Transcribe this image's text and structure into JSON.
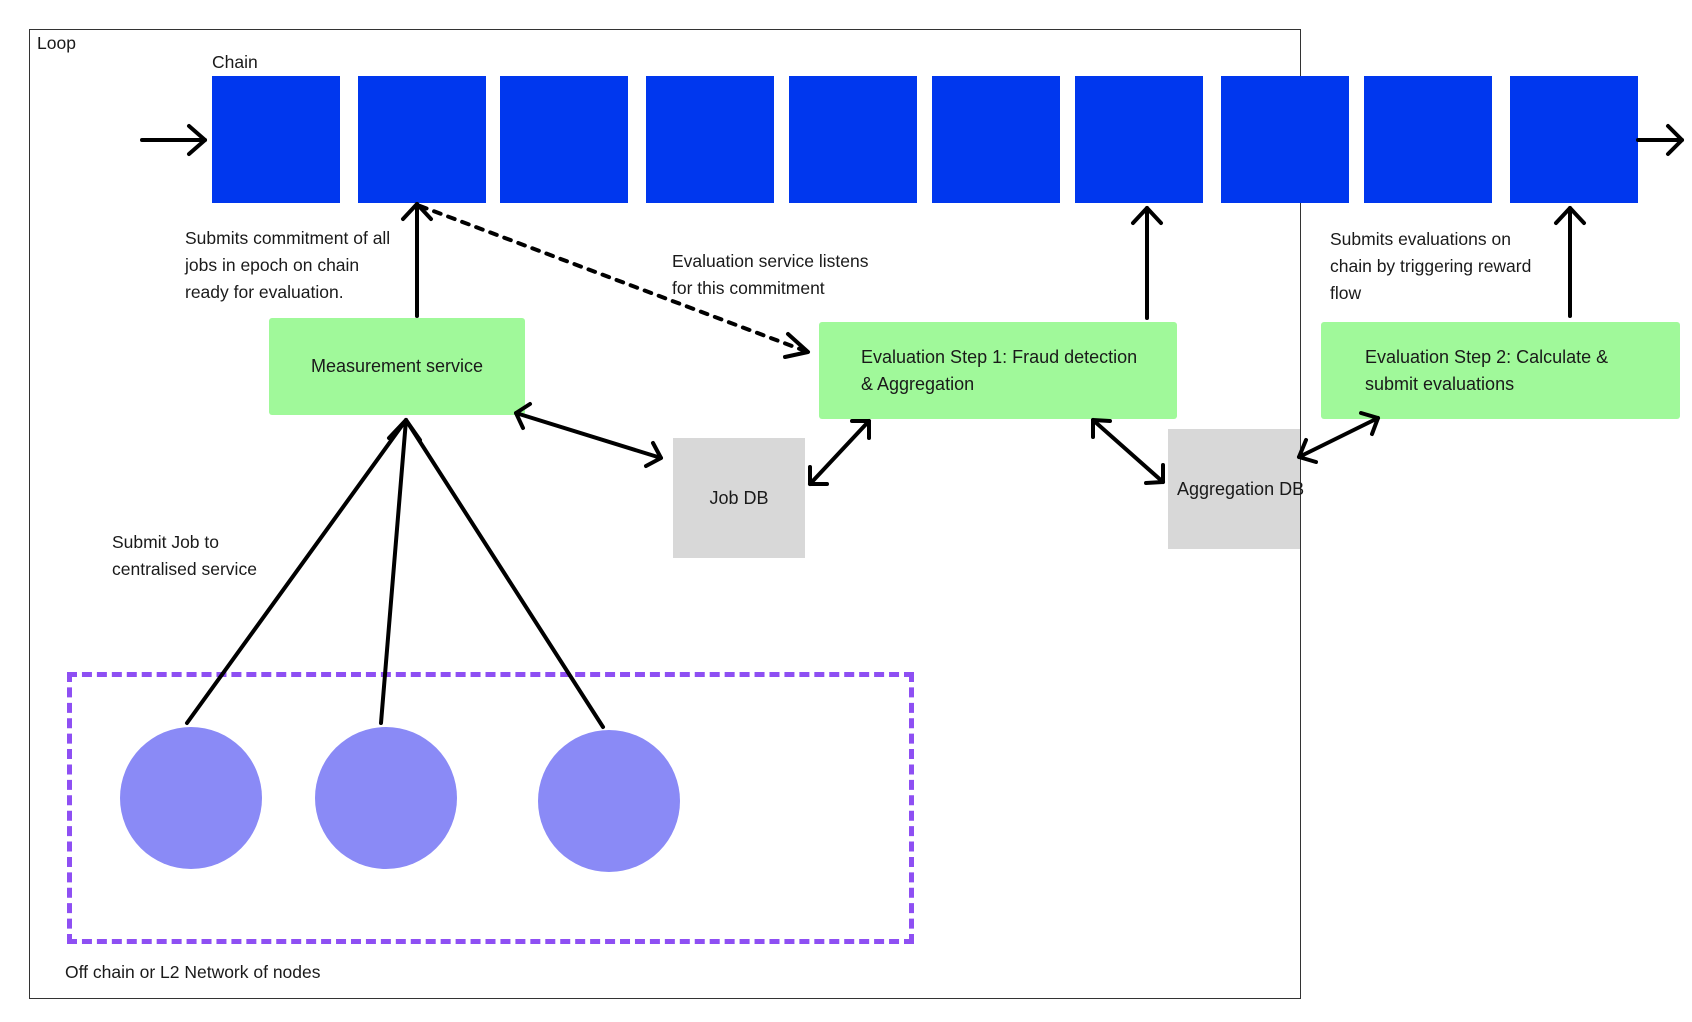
{
  "loop": {
    "label": "Loop"
  },
  "chain": {
    "label": "Chain",
    "block_color": "#0037ee"
  },
  "annotations": {
    "submits_commitment": "Submits commitment of all\njobs in epoch on chain\nready for evaluation.",
    "evaluation_listens": "Evaluation service listens\nfor this commitment",
    "submits_evaluations": "Submits evaluations on\nchain by triggering reward\nflow",
    "submit_job": "Submit Job to\ncentralised service"
  },
  "services": {
    "measurement": "Measurement service",
    "evaluation_step1": "Evaluation Step 1: Fraud detection\n& Aggregation",
    "evaluation_step2": "Evaluation Step 2: Calculate &\nsubmit evaluations",
    "color": "#a0f99a"
  },
  "databases": {
    "job_db": "Job DB",
    "aggregation_db": "Aggregation DB",
    "color": "#d8d8d8"
  },
  "network": {
    "label": "Off chain or L2 Network of nodes",
    "node_color": "#8a8af6",
    "border_color": "#8e4ff3"
  }
}
